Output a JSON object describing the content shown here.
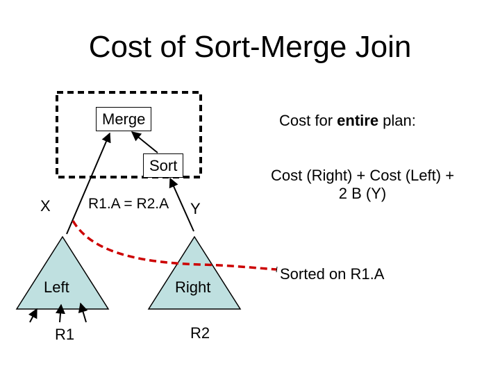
{
  "slide": {
    "title": "Cost of Sort-Merge Join"
  },
  "plan": {
    "merge_label": "Merge",
    "sort_label": "Sort",
    "join_condition": "R1.A = R2.A",
    "left_edge_label": "X",
    "right_edge_label": "Y",
    "left_subtree_label": "Left",
    "right_subtree_label": "Right",
    "left_relation": "R1",
    "right_relation": "R2"
  },
  "notes": {
    "cost_heading_prefix": "Cost for ",
    "cost_heading_bold": "entire",
    "cost_heading_suffix": " plan:",
    "cost_formula_line1": "Cost (Right) + Cost (Left) +",
    "cost_formula_line2": "2  B (Y)",
    "sorted_annotation": "Sorted on R1.A"
  },
  "colors": {
    "triangle_fill": "#bfe0e0",
    "dashed_box": "#000000",
    "dashed_curve": "#cc0000"
  }
}
